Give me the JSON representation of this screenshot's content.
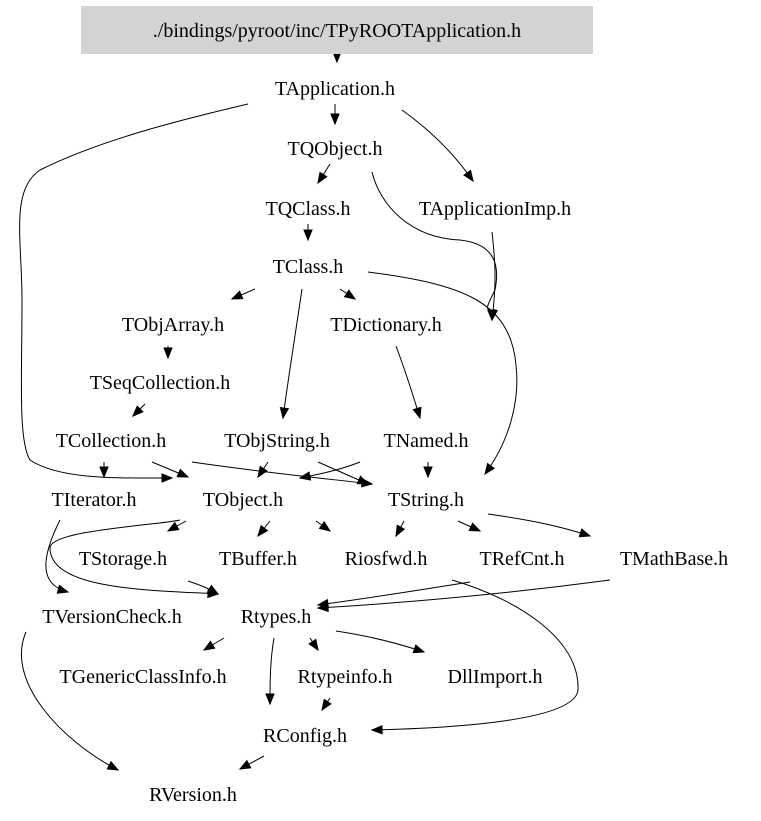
{
  "colors": {
    "root_fill": "#d3d3d3",
    "edge": "#000000",
    "text": "#000000",
    "background": "#ffffff"
  },
  "nodes": {
    "root": "./bindings/pyroot/inc/TPyROOTApplication.h",
    "tapplication": "TApplication.h",
    "tqobject": "TQObject.h",
    "tqclass": "TQClass.h",
    "tapplicationimp": "TApplicationImp.h",
    "tclass": "TClass.h",
    "tobjarray": "TObjArray.h",
    "tdictionary": "TDictionary.h",
    "tseqcollection": "TSeqCollection.h",
    "tcollection": "TCollection.h",
    "tobjstring": "TObjString.h",
    "tnamed": "TNamed.h",
    "titerator": "TIterator.h",
    "tobject": "TObject.h",
    "tstring": "TString.h",
    "tstorage": "TStorage.h",
    "tbuffer": "TBuffer.h",
    "riosfwd": "Riosfwd.h",
    "trefcnt": "TRefCnt.h",
    "tmathbase": "TMathBase.h",
    "tversioncheck": "TVersionCheck.h",
    "rtypes": "Rtypes.h",
    "tgenericclassinfo": "TGenericClassInfo.h",
    "rtypeinfo": "Rtypeinfo.h",
    "dllimport": "DllImport.h",
    "rconfig": "RConfig.h",
    "rversion": "RVersion.h"
  }
}
